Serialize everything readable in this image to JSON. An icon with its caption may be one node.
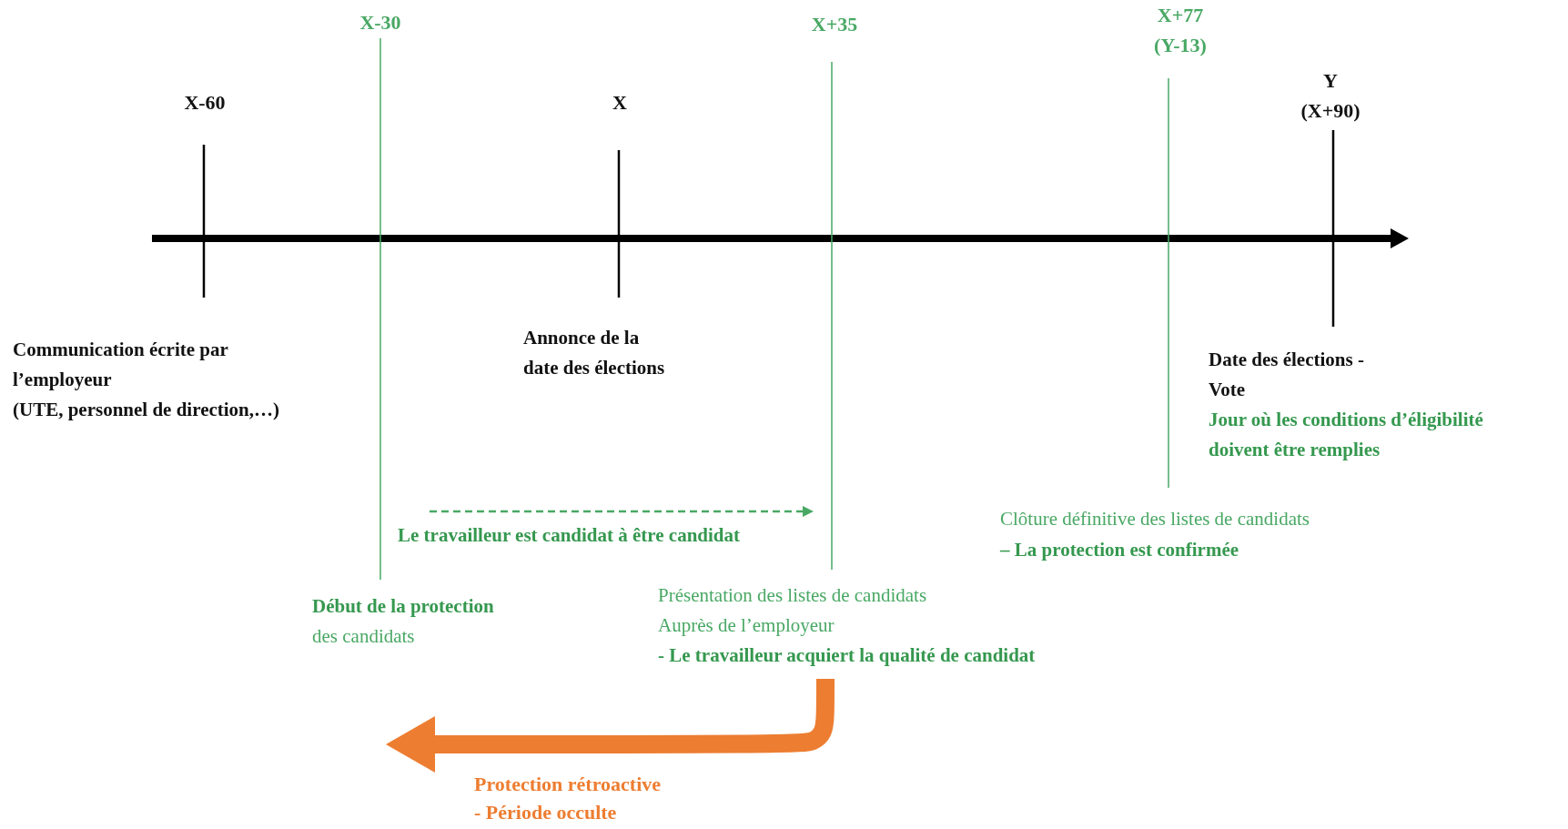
{
  "diagram": {
    "labels": [
      "X-60",
      "X-30",
      "X",
      "X+35",
      "X+77 (Y-13)",
      "Y (X+90)",
      "Communication écrite par l’employeur",
      "(UTE, personnel de direction,…)",
      "Annonce de la date des élections",
      "Date des élections - Vote",
      "Jour où les conditions d’éligibilité doivent être remplies",
      "Le travailleur est candidat à être candidat",
      "Clôture définitive des listes de candidats",
      "– La protection est confirmée",
      "Début de la protection",
      "des candidats",
      "Présentation des listes de candidats Auprès de l’employeur",
      "- Le travailleur acquiert la qualité de candidat",
      "Protection rétroactive",
      "- Période occulte"
    ]
  }
}
